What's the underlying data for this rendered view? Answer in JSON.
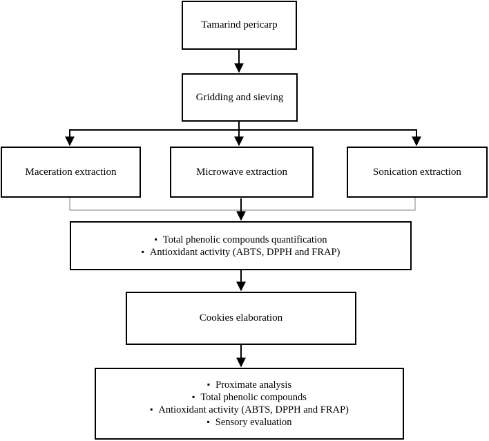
{
  "nodes": {
    "tamarind": "Tamarind pericarp",
    "gridding": "Gridding and sieving",
    "maceration": "Maceration extraction",
    "microwave": "Microwave extraction",
    "sonication": "Sonication extraction",
    "quantification": [
      "Total phenolic compounds quantification",
      "Antioxidant activity (ABTS, DPPH and FRAP)"
    ],
    "cookies": "Cookies elaboration",
    "evaluation": [
      "Proximate analysis",
      "Total phenolic compounds",
      "Antioxidant activity (ABTS, DPPH and FRAP)",
      "Sensory evaluation"
    ]
  }
}
